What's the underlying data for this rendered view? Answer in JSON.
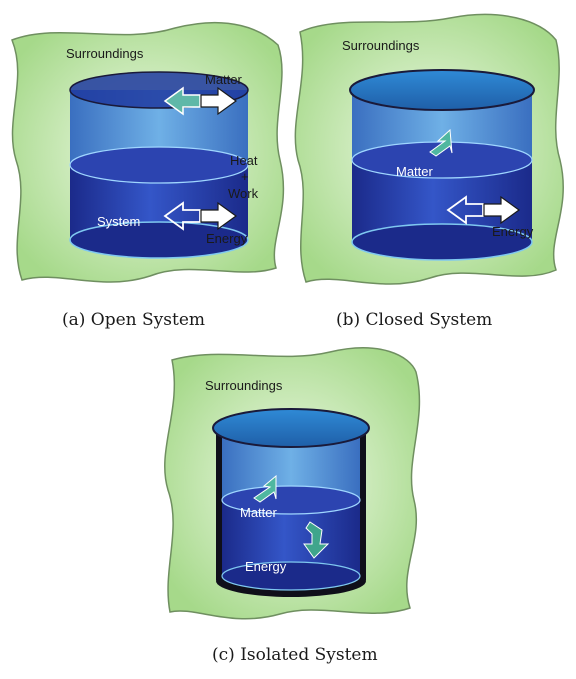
{
  "panels": [
    {
      "id": "a",
      "surroundings": "Surroundings",
      "matter": "Matter",
      "heat": "Heat",
      "plus": "+",
      "work": "Work",
      "system": "System",
      "energy": "Energy",
      "caption": "(a) Open System"
    },
    {
      "id": "b",
      "surroundings": "Surroundings",
      "matter": "Matter",
      "energy": "Energy",
      "caption": "(b) Closed System"
    },
    {
      "id": "c",
      "surroundings": "Surroundings",
      "matter": "Matter",
      "energy": "Energy",
      "caption": "(c) Isolated System"
    }
  ],
  "colors": {
    "surroundings_fill": "#c4e7a9",
    "surroundings_border": "#6f8f60",
    "container_dark": "#1b2a8a",
    "container_mid": "#2f4cc4",
    "lid_top": "#2a7fc9",
    "arrow_white": "#ffffff",
    "arrow_teal": "#3fa58c",
    "page_background": "#ffffff"
  }
}
